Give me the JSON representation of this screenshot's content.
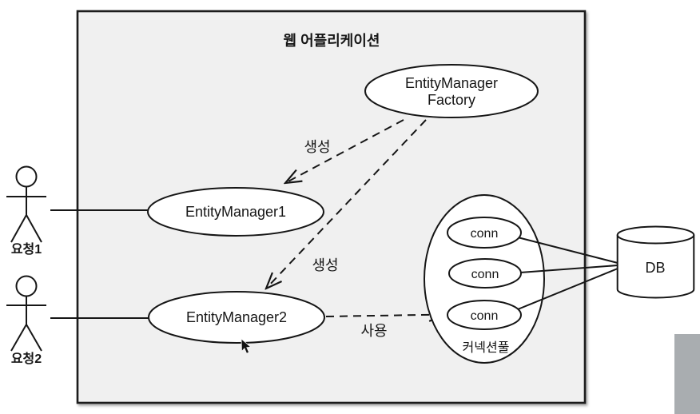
{
  "diagram": {
    "title": "웹 어플리케이션",
    "factory": {
      "line1": "EntityManager",
      "line2": "Factory"
    },
    "em1": "EntityManager1",
    "em2": "EntityManager2",
    "pool": {
      "label": "커넥션풀",
      "conns": [
        "conn",
        "conn",
        "conn"
      ]
    },
    "db": "DB",
    "actors": [
      {
        "label": "요청1"
      },
      {
        "label": "요청2"
      }
    ],
    "edge_labels": {
      "create1": "생성",
      "create2": "생성",
      "use": "사용"
    },
    "colors": {
      "box_fill": "#f0f0f0",
      "stroke": "#161616",
      "node_fill": "#ffffff",
      "corner_strip": "#a9adb0"
    }
  }
}
